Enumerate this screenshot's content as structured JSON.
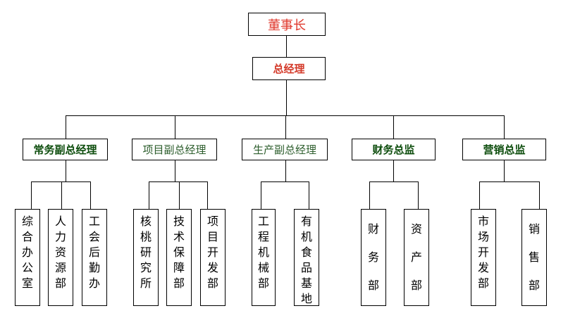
{
  "colors": {
    "chairman": "#e03a2e",
    "gm": "#d43a2a",
    "green": "#1a5e1a",
    "lightgreen": "#2d6a2d",
    "black": "#000000"
  },
  "chairman": "董事长",
  "gm": "总经理",
  "deputies": [
    {
      "label": "常务副总经理",
      "bold": true,
      "color": "#0d4d0d"
    },
    {
      "label": "项目副总经理",
      "bold": false,
      "color": "#2d5e2d"
    },
    {
      "label": "生产副总经理",
      "bold": false,
      "color": "#2d5e2d"
    },
    {
      "label": "财务总监",
      "bold": true,
      "color": "#0d4d0d"
    },
    {
      "label": "营销总监",
      "bold": true,
      "color": "#0d4d0d"
    }
  ],
  "departments": [
    "综合办公室",
    "人力资源部",
    "工会　后勤办",
    "核桃研究所",
    "技术保障部",
    "项目开发部",
    "工程机械部",
    "有机食品基地",
    "财\n务\n部",
    "资\n产\n部",
    "市场开发部",
    "销\n售\n部"
  ]
}
